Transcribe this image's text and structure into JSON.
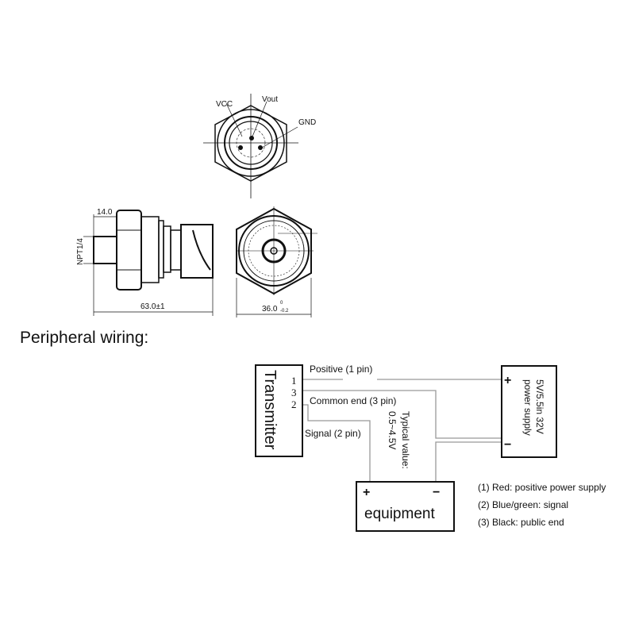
{
  "drawing": {
    "pin_labels": {
      "vcc": "VCC",
      "vout": "Vout",
      "gnd": "GND"
    },
    "dimensions": {
      "thread_length": "14.0",
      "thread": "NPT1/4",
      "total_length": "63.0±1",
      "hex_size": "36.0",
      "hex_tolerance_upper": "0",
      "hex_tolerance_lower": "-0.2"
    }
  },
  "wiring": {
    "title": "Peripheral wiring:",
    "transmitter_label": "Transmitter",
    "pin_numbers": [
      "1",
      "3",
      "2"
    ],
    "positive_label": "Positive (1 pin)",
    "common_label": "Common end (3 pin)",
    "signal_label": "Signal (2 pin)",
    "typical_value_line1": "Typical value:",
    "typical_value_line2": "0.5~4.5V",
    "power_line1": "5V/5.5in 32V",
    "power_line2": "power supply",
    "plus": "+",
    "minus": "−",
    "equipment_label": "equipment",
    "legend": [
      "(1) Red: positive power supply",
      "(2) Blue/green: signal",
      "(3) Black: public end"
    ]
  }
}
